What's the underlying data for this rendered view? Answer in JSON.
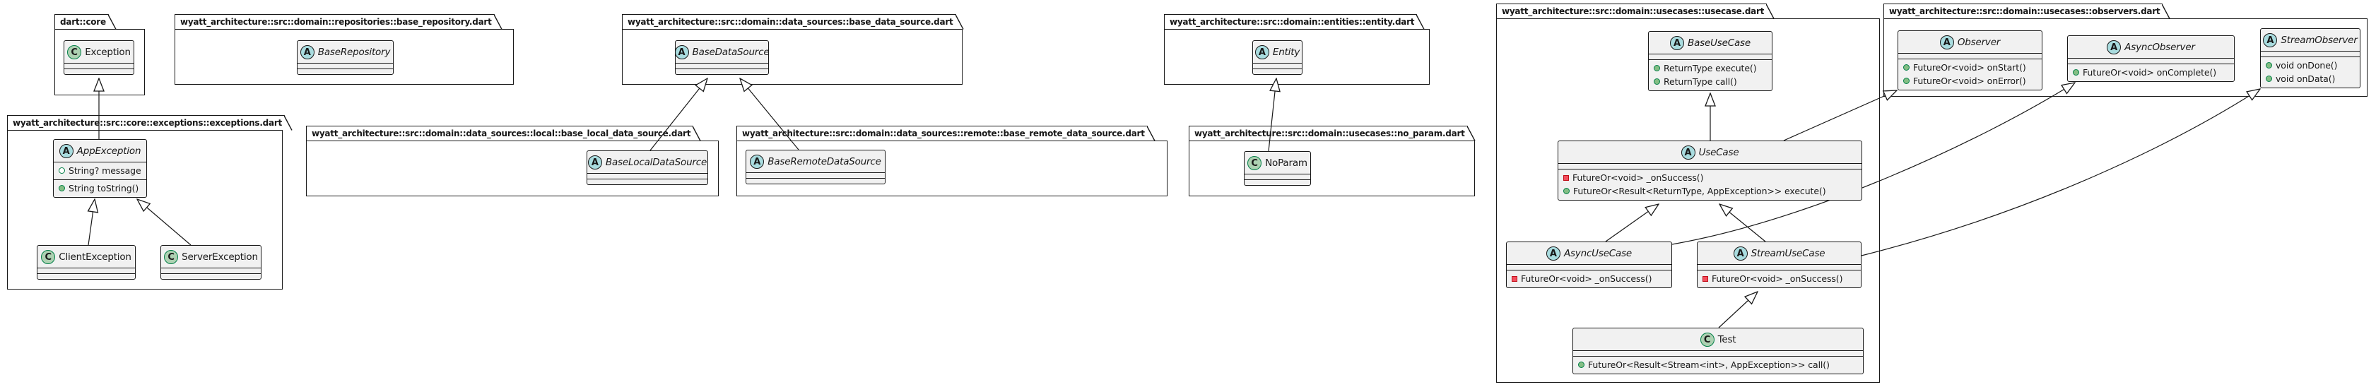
{
  "packages": [
    {
      "id": "dart_core",
      "label": "dart::core",
      "classes": [
        "exception"
      ]
    },
    {
      "id": "base_repository",
      "label": "wyatt_architecture::src::domain::repositories::base_repository.dart",
      "classes": [
        "base_repository_cls"
      ]
    },
    {
      "id": "base_data_source",
      "label": "wyatt_architecture::src::domain::data_sources::base_data_source.dart",
      "classes": [
        "base_data_source_cls"
      ]
    },
    {
      "id": "entity",
      "label": "wyatt_architecture::src::domain::entities::entity.dart",
      "classes": [
        "entity_cls"
      ]
    },
    {
      "id": "exceptions",
      "label": "wyatt_architecture::src::core::exceptions::exceptions.dart",
      "classes": [
        "app_exception",
        "client_exception",
        "server_exception"
      ]
    },
    {
      "id": "local",
      "label": "wyatt_architecture::src::domain::data_sources::local::base_local_data_source.dart",
      "classes": [
        "base_local_data_source"
      ]
    },
    {
      "id": "remote",
      "label": "wyatt_architecture::src::domain::data_sources::remote::base_remote_data_source.dart",
      "classes": [
        "base_remote_data_source"
      ]
    },
    {
      "id": "no_param",
      "label": "wyatt_architecture::src::domain::usecases::no_param.dart",
      "classes": [
        "no_param_cls"
      ]
    },
    {
      "id": "usecase",
      "label": "wyatt_architecture::src::domain::usecases::usecase.dart",
      "classes": [
        "base_use_case",
        "use_case",
        "async_use_case",
        "stream_use_case",
        "test"
      ]
    },
    {
      "id": "observers",
      "label": "wyatt_architecture::src::domain::usecases::observers.dart",
      "classes": [
        "observer",
        "async_observer",
        "stream_observer"
      ]
    }
  ],
  "classes": {
    "exception": {
      "icon": "C",
      "name": "Exception",
      "abstract": false,
      "fields": [],
      "methods": []
    },
    "base_repository_cls": {
      "icon": "A",
      "name": "BaseRepository",
      "abstract": true,
      "fields": [],
      "methods": []
    },
    "base_data_source_cls": {
      "icon": "A",
      "name": "BaseDataSource",
      "abstract": true,
      "fields": [],
      "methods": []
    },
    "entity_cls": {
      "icon": "A",
      "name": "Entity",
      "abstract": true,
      "fields": [],
      "methods": []
    },
    "app_exception": {
      "icon": "A",
      "name": "AppException",
      "abstract": true,
      "fields": [
        {
          "access": "public",
          "text": "String? message"
        }
      ],
      "methods": [
        {
          "access": "public",
          "text": "String toString()"
        }
      ]
    },
    "client_exception": {
      "icon": "C",
      "name": "ClientException",
      "abstract": false,
      "fields": [],
      "methods": []
    },
    "server_exception": {
      "icon": "C",
      "name": "ServerException",
      "abstract": false,
      "fields": [],
      "methods": []
    },
    "base_local_data_source": {
      "icon": "A",
      "name": "BaseLocalDataSource",
      "abstract": true,
      "fields": [],
      "methods": []
    },
    "base_remote_data_source": {
      "icon": "A",
      "name": "BaseRemoteDataSource",
      "abstract": true,
      "fields": [],
      "methods": []
    },
    "no_param_cls": {
      "icon": "C",
      "name": "NoParam",
      "abstract": false,
      "fields": [],
      "methods": []
    },
    "base_use_case": {
      "icon": "A",
      "name": "BaseUseCase",
      "abstract": true,
      "fields": [],
      "methods": [
        {
          "access": "public",
          "text": "ReturnType execute()"
        },
        {
          "access": "public",
          "text": "ReturnType call()"
        }
      ]
    },
    "use_case": {
      "icon": "A",
      "name": "UseCase",
      "abstract": true,
      "fields": [],
      "methods": [
        {
          "access": "private",
          "text": "FutureOr<void> _onSuccess()"
        },
        {
          "access": "public",
          "text": "FutureOr<Result<ReturnType, AppException>> execute()"
        }
      ]
    },
    "async_use_case": {
      "icon": "A",
      "name": "AsyncUseCase",
      "abstract": true,
      "fields": [],
      "methods": [
        {
          "access": "private",
          "text": "FutureOr<void> _onSuccess()"
        }
      ]
    },
    "stream_use_case": {
      "icon": "A",
      "name": "StreamUseCase",
      "abstract": true,
      "fields": [],
      "methods": [
        {
          "access": "private",
          "text": "FutureOr<void> _onSuccess()"
        }
      ]
    },
    "test": {
      "icon": "C",
      "name": "Test",
      "abstract": false,
      "fields": [],
      "methods": [
        {
          "access": "public",
          "text": "FutureOr<Result<Stream<int>, AppException>> call()"
        }
      ]
    },
    "observer": {
      "icon": "A",
      "name": "Observer",
      "abstract": true,
      "fields": [],
      "methods": [
        {
          "access": "public",
          "text": "FutureOr<void> onStart()"
        },
        {
          "access": "public",
          "text": "FutureOr<void> onError()"
        }
      ]
    },
    "async_observer": {
      "icon": "A",
      "name": "AsyncObserver",
      "abstract": true,
      "fields": [],
      "methods": [
        {
          "access": "public",
          "text": "FutureOr<void> onComplete()"
        }
      ]
    },
    "stream_observer": {
      "icon": "A",
      "name": "StreamObserver",
      "abstract": true,
      "fields": [],
      "methods": [
        {
          "access": "public",
          "text": "void onDone()"
        },
        {
          "access": "public",
          "text": "void onData()"
        }
      ]
    }
  },
  "relations": [
    {
      "from": "AppException",
      "to": "Exception",
      "type": "extends"
    },
    {
      "from": "ClientException",
      "to": "AppException",
      "type": "extends"
    },
    {
      "from": "ServerException",
      "to": "AppException",
      "type": "extends"
    },
    {
      "from": "BaseLocalDataSource",
      "to": "BaseDataSource",
      "type": "extends"
    },
    {
      "from": "BaseRemoteDataSource",
      "to": "BaseDataSource",
      "type": "extends"
    },
    {
      "from": "NoParam",
      "to": "Entity",
      "type": "extends"
    },
    {
      "from": "UseCase",
      "to": "BaseUseCase",
      "type": "extends"
    },
    {
      "from": "AsyncUseCase",
      "to": "UseCase",
      "type": "extends"
    },
    {
      "from": "StreamUseCase",
      "to": "UseCase",
      "type": "extends"
    },
    {
      "from": "Test",
      "to": "StreamUseCase",
      "type": "extends"
    },
    {
      "from": "UseCase",
      "to": "Observer",
      "type": "extends"
    },
    {
      "from": "AsyncUseCase",
      "to": "AsyncObserver",
      "type": "extends"
    },
    {
      "from": "StreamUseCase",
      "to": "StreamObserver",
      "type": "extends"
    }
  ],
  "colors": {
    "class_fill": "#F1F1F1",
    "border": "#181818",
    "abstract_icon_fill": "#A9DCDF",
    "class_icon_fill": "#ADD1B2",
    "public_member_icon": "#84BE84",
    "private_member_icon": "#F24D5C",
    "field_icon_ring": "#038048"
  }
}
